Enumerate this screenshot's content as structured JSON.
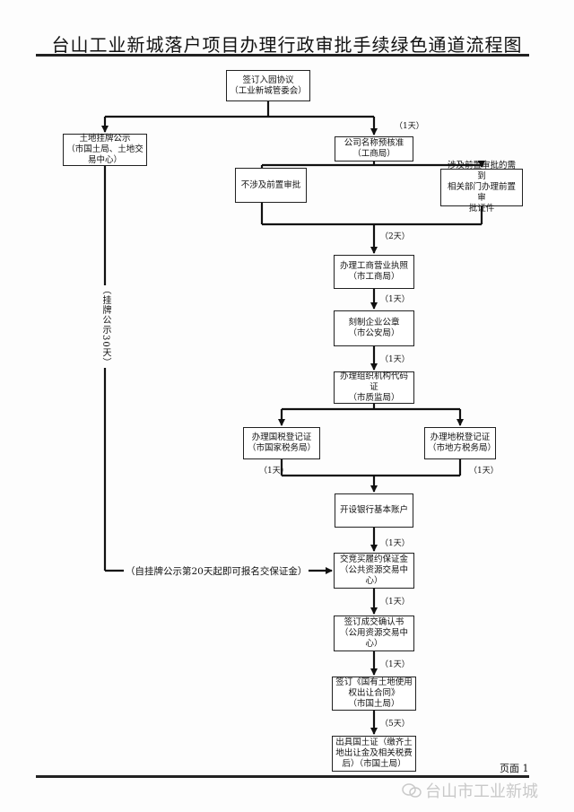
{
  "title": "台山工业新城落户项目办理行政审批手续绿色通道流程图",
  "nodes": {
    "sign": [
      "签订入园协议",
      "（工业新城管委会）"
    ],
    "land_notice": [
      "土地挂牌公示",
      "（市国土局、土地交",
      "易中心）"
    ],
    "name_check": [
      "公司名称预核准",
      "（工商局）"
    ],
    "no_pre": [
      "不涉及前置审批"
    ],
    "pre": [
      "涉及前置审批的需到",
      "相关部门办理前置审",
      "批证件"
    ],
    "license": [
      "办理工商营业执照",
      "（市工商局）"
    ],
    "seal": [
      "刻制企业公章",
      "（市公安局）"
    ],
    "org_code": [
      "办理组织机构代码证",
      "（市质监局）"
    ],
    "natl_tax": [
      "办理国税登记证",
      "（市国家税务局）"
    ],
    "local_tax": [
      "办理地税登记证",
      "（市地方税务局）"
    ],
    "bank": [
      "开设银行基本账户"
    ],
    "deposit": [
      "交竞买履约保证金",
      "（公共资源交易中",
      "心）"
    ],
    "confirm": [
      "签订成交确认书",
      "（公用资源交易中",
      "心）"
    ],
    "contract": [
      "签订《国有土地使用",
      "权出让合同》",
      "（市国土局）"
    ],
    "cert": [
      "出具国土证（缴齐土",
      "地出让金及相关税费",
      "后）（市国土局）"
    ]
  },
  "durations": {
    "name_check": "（1天）",
    "license": "（2天）",
    "seal": "（1天）",
    "org_code": "（1天）",
    "natl_tax": "（1天）",
    "local_tax": "（1天）",
    "bank_to_deposit": "（1天）",
    "deposit_to_confirm": "（1天）",
    "confirm_to_contract": "（1天）",
    "contract_to_cert": "（5天）"
  },
  "land_notice_period": "（挂牌公示30天）",
  "deposit_note": "（自挂牌公示第20天起即可报名交保证金）",
  "footer": {
    "page_label": "页面",
    "page_number": "1"
  },
  "watermark": "台山市工业新城"
}
